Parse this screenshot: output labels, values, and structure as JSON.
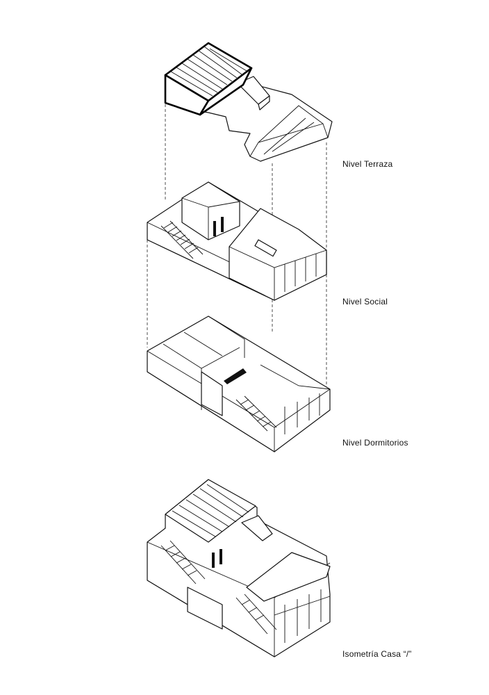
{
  "levels": [
    {
      "label": "Nivel Terraza"
    },
    {
      "label": "Nivel Social"
    },
    {
      "label": "Nivel Dormitorios"
    }
  ],
  "assembly": {
    "label": "Isometría Casa “/”"
  }
}
